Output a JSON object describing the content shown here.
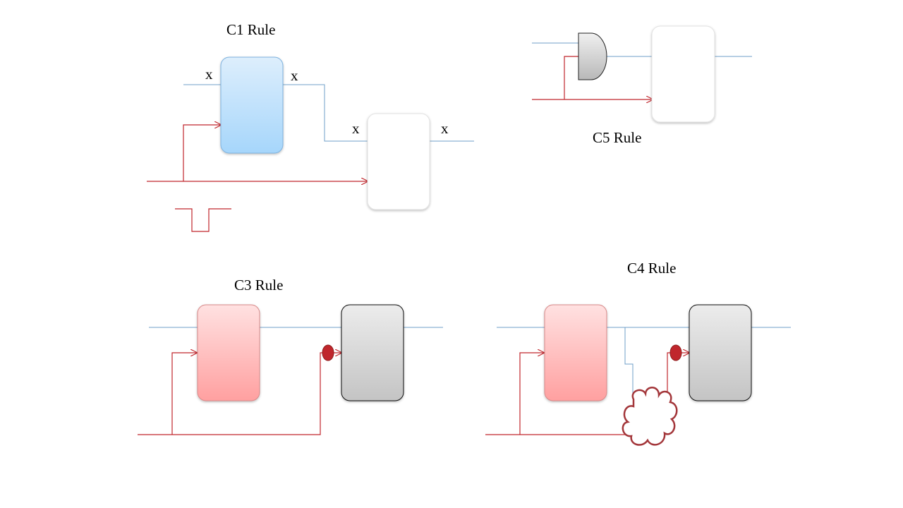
{
  "colors": {
    "data_wire": "#6f9fc8",
    "clock_wire": "#c0262c",
    "blue_fill_top": "#ddeefc",
    "blue_fill_bottom": "#a6d6fb",
    "red_fill_top": "#ffe1e1",
    "red_fill_bottom": "#ffa0a0",
    "gray_fill_top": "#ececec",
    "gray_fill_bottom": "#c4c4c4",
    "bubble": "#c0262c"
  },
  "panels": {
    "c1": {
      "title": "C1 Rule",
      "labels": {
        "in1": "x",
        "out1": "x",
        "in2": "x",
        "out2": "x"
      }
    },
    "c5": {
      "title": "C5 Rule"
    },
    "c3": {
      "title": "C3 Rule"
    },
    "c4": {
      "title": "C4 Rule"
    }
  }
}
